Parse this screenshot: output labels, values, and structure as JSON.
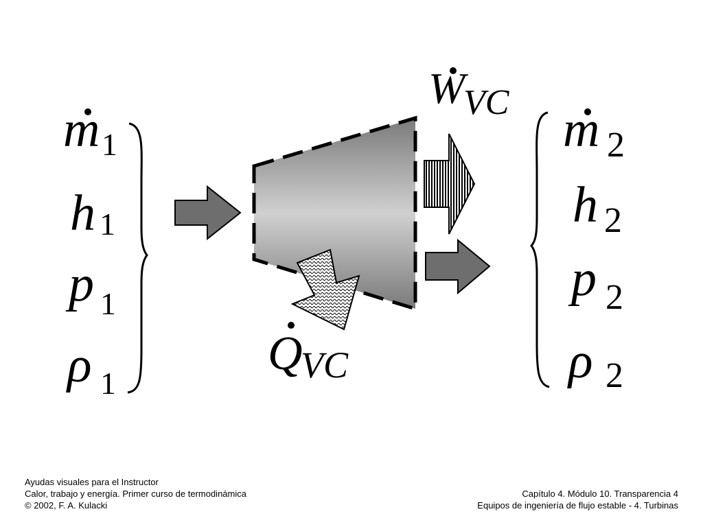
{
  "inlet": {
    "mass_flow": {
      "symbol": "m",
      "sub": "1"
    },
    "enthalpy": {
      "symbol": "h",
      "sub": "1"
    },
    "pressure": {
      "symbol": "p",
      "sub": "1"
    },
    "density": {
      "symbol": "ρ",
      "sub": "1"
    }
  },
  "outlet": {
    "mass_flow": {
      "symbol": "m",
      "sub": "2"
    },
    "enthalpy": {
      "symbol": "h",
      "sub": "2"
    },
    "pressure": {
      "symbol": "p",
      "sub": "2"
    },
    "density": {
      "symbol": "ρ",
      "sub": "2"
    }
  },
  "work": {
    "symbol": "W",
    "sub": "VC"
  },
  "heat": {
    "symbol": "Q",
    "sub": "VC"
  },
  "footer": {
    "left": [
      "Ayudas visuales para el Instructor",
      "Calor, trabajo y energía.  Primer curso de termodinámica",
      "© 2002, F. A. Kulacki"
    ],
    "right": [
      "Capítulo 4.  Módulo 10. Transparencia 4",
      "Equipos de ingeniería de flujo estable - 4. Turbinas"
    ]
  },
  "colors": {
    "arrow_fill": "#6e6e6e",
    "turbine_dark": "#7a7a7a",
    "turbine_light": "#cdcdcd",
    "ink": "#000000"
  }
}
